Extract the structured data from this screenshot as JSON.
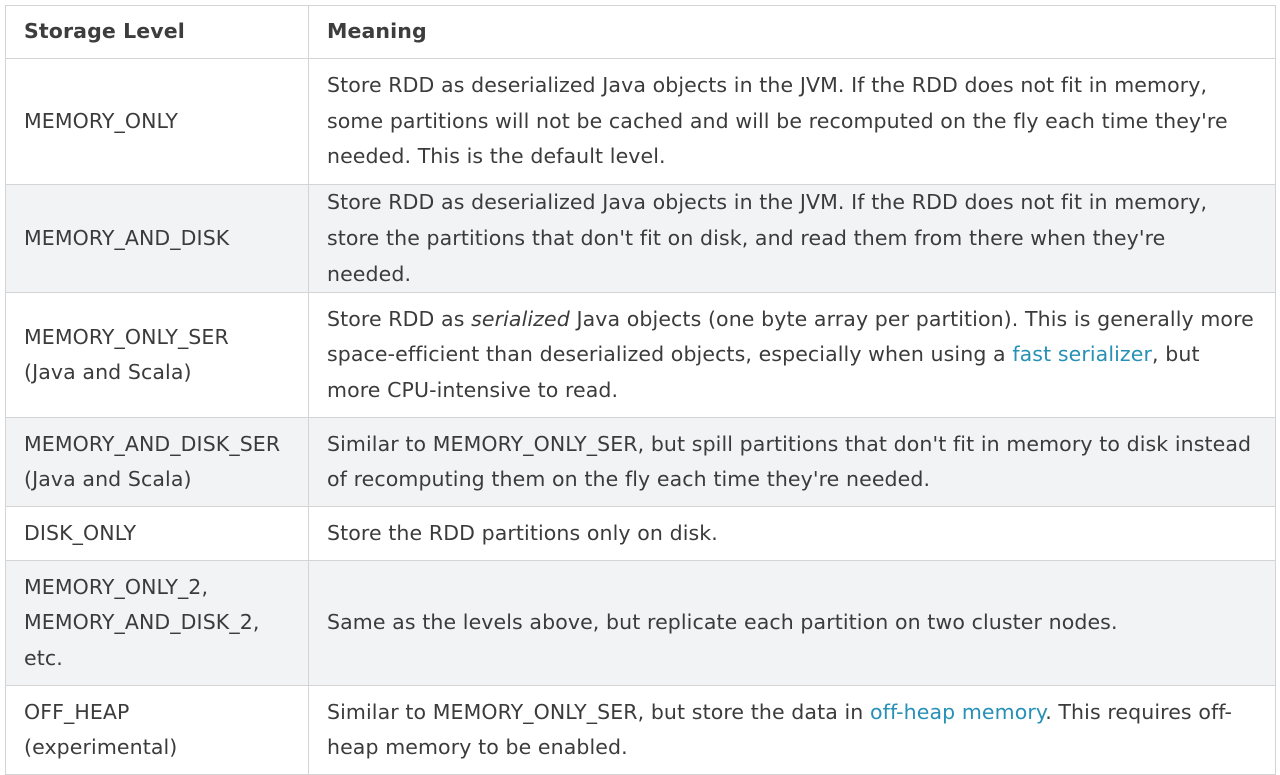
{
  "table": {
    "headers": {
      "level": "Storage Level",
      "meaning": "Meaning"
    },
    "rows": [
      {
        "level_lines": [
          "MEMORY_ONLY"
        ],
        "meaning": {
          "text": "Store RDD as deserialized Java objects in the JVM. If the RDD does not fit in memory, some partitions will not be cached and will be recomputed on the fly each time they're needed. This is the default level."
        }
      },
      {
        "level_lines": [
          "MEMORY_AND_DISK"
        ],
        "meaning": {
          "text": "Store RDD as deserialized Java objects in the JVM. If the RDD does not fit in memory, store the partitions that don't fit on disk, and read them from there when they're needed."
        }
      },
      {
        "level_lines": [
          "MEMORY_ONLY_SER",
          "(Java and Scala)"
        ],
        "meaning": {
          "pre": "Store RDD as ",
          "emphasis": "serialized",
          "mid": " Java objects (one byte array per partition). This is generally more space-efficient than deserialized objects, especially when using a ",
          "link": "fast serializer",
          "post": ", but more CPU-intensive to read."
        }
      },
      {
        "level_lines": [
          "MEMORY_AND_DISK_SER",
          "(Java and Scala)"
        ],
        "meaning": {
          "text": "Similar to MEMORY_ONLY_SER, but spill partitions that don't fit in memory to disk instead of recomputing them on the fly each time they're needed."
        }
      },
      {
        "level_lines": [
          "DISK_ONLY"
        ],
        "meaning": {
          "text": "Store the RDD partitions only on disk."
        }
      },
      {
        "level_lines": [
          "MEMORY_ONLY_2,",
          "MEMORY_AND_DISK_2,",
          "etc."
        ],
        "meaning": {
          "text": "Same as the levels above, but replicate each partition on two cluster nodes."
        }
      },
      {
        "level_lines": [
          "OFF_HEAP",
          "(experimental)"
        ],
        "meaning": {
          "pre": "Similar to MEMORY_ONLY_SER, but store the data in ",
          "link": "off-heap memory",
          "post": ". This requires off-heap memory to be enabled."
        }
      }
    ]
  },
  "colors": {
    "border": "#d4d4d4",
    "shaded_row": "#f2f3f5",
    "link": "#2790b6",
    "text": "#3b3b3b"
  }
}
